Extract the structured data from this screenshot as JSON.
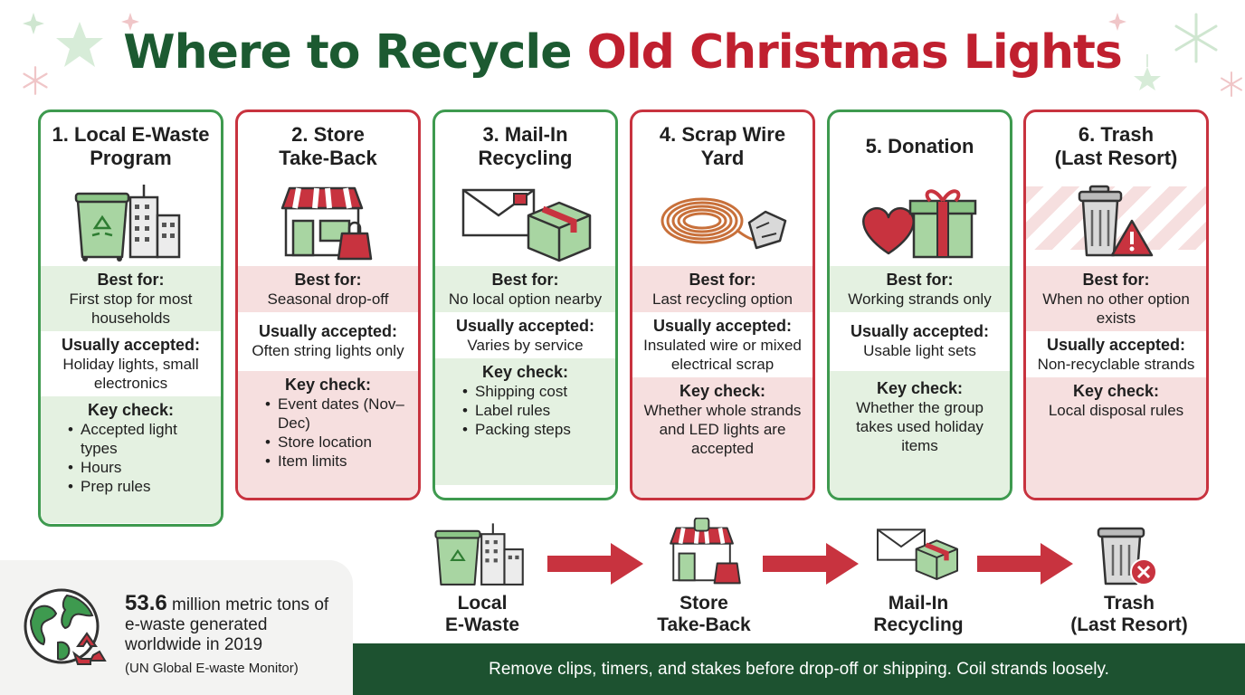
{
  "title": {
    "part1": "Where to Recycle",
    "part2": "Old Christmas Lights"
  },
  "colors": {
    "green": "#3e9a4f",
    "red": "#c8333f",
    "dark_green": "#1d5230",
    "light_green": "#e4f1e1",
    "light_red": "#f6dfdf"
  },
  "cards": [
    {
      "title_line1": "1. Local E-Waste",
      "title_line2": "Program",
      "icon": "recycle-bin-city-icon",
      "best_for_heading": "Best for:",
      "best_for": "First stop for most households",
      "accepted_heading": "Usually accepted:",
      "accepted": "Holiday lights, small electronics",
      "key_heading": "Key check:",
      "key_items": [
        "Accepted light types",
        "Hours",
        "Prep rules"
      ]
    },
    {
      "title_line1": "2. Store",
      "title_line2": "Take-Back",
      "icon": "storefront-icon",
      "best_for_heading": "Best for:",
      "best_for": "Seasonal drop-off",
      "accepted_heading": "Usually accepted:",
      "accepted": "Often string lights only",
      "key_heading": "Key check:",
      "key_items": [
        "Event dates (Nov–Dec)",
        "Store location",
        "Item limits"
      ]
    },
    {
      "title_line1": "3. Mail-In",
      "title_line2": "Recycling",
      "icon": "envelope-box-icon",
      "best_for_heading": "Best for:",
      "best_for": "No local option nearby",
      "accepted_heading": "Usually accepted:",
      "accepted": "Varies by service",
      "key_heading": "Key check:",
      "key_items": [
        "Shipping cost",
        "Label rules",
        "Packing steps"
      ]
    },
    {
      "title_line1": "4. Scrap Wire",
      "title_line2": "Yard",
      "icon": "wire-coil-icon",
      "best_for_heading": "Best for:",
      "best_for": "Last recycling option",
      "accepted_heading": "Usually accepted:",
      "accepted": "Insulated wire or mixed electrical scrap",
      "key_heading": "Key check:",
      "key_text": "Whether whole strands and LED lights are accepted"
    },
    {
      "title_line1": "5. Donation",
      "title_line2": "",
      "icon": "heart-gift-icon",
      "best_for_heading": "Best for:",
      "best_for": "Working strands only",
      "accepted_heading": "Usually accepted:",
      "accepted": "Usable light sets",
      "key_heading": "Key check:",
      "key_text": "Whether the group takes used holiday items"
    },
    {
      "title_line1": "6. Trash",
      "title_line2": "(Last Resort)",
      "icon": "trash-warning-icon",
      "best_for_heading": "Best for:",
      "best_for": "When no other option exists",
      "accepted_heading": "Usually accepted:",
      "accepted": "Non-recyclable strands",
      "key_heading": "Key check:",
      "key_text": "Local disposal rules"
    }
  ],
  "flow": [
    {
      "line1": "Local",
      "line2": "E-Waste",
      "icon": "recycle-bin-city-icon"
    },
    {
      "line1": "Store",
      "line2": "Take-Back",
      "icon": "storefront-icon"
    },
    {
      "line1": "Mail-In",
      "line2": "Recycling",
      "icon": "envelope-box-icon"
    },
    {
      "line1": "Trash",
      "line2": "(Last Resort)",
      "icon": "trash-x-icon"
    }
  ],
  "stat": {
    "value": "53.6",
    "text": "million metric tons of e-waste generated worldwide in 2019",
    "source": "(UN Global E-waste Monitor)"
  },
  "footer": "Remove clips, timers, and stakes before drop-off or shipping. Coil strands loosely."
}
